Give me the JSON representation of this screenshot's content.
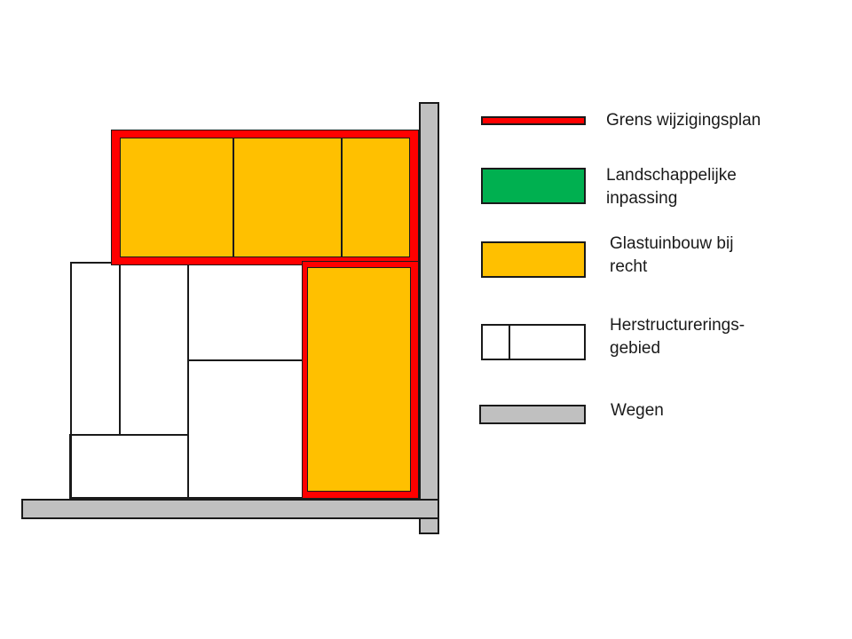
{
  "colors": {
    "grens": "#ff0000",
    "landschap": "#00b050",
    "glastuinbouw": "#ffc000",
    "herstructurering": "#ffffff",
    "wegen": "#c0c0c0",
    "outline": "#1a1a1a"
  },
  "legend": {
    "items": [
      {
        "id": "grens",
        "label_line1": "Grens wijzigingsplan",
        "label_line2": ""
      },
      {
        "id": "landschap",
        "label_line1": "Landschappelijke",
        "label_line2": "inpassing"
      },
      {
        "id": "glastuinbouw",
        "label_line1": "Glastuinbouw bij",
        "label_line2": "recht"
      },
      {
        "id": "herstructurering",
        "label_line1": "Herstructurerings-",
        "label_line2": "gebied"
      },
      {
        "id": "wegen",
        "label_line1": "Wegen",
        "label_line2": ""
      }
    ]
  }
}
